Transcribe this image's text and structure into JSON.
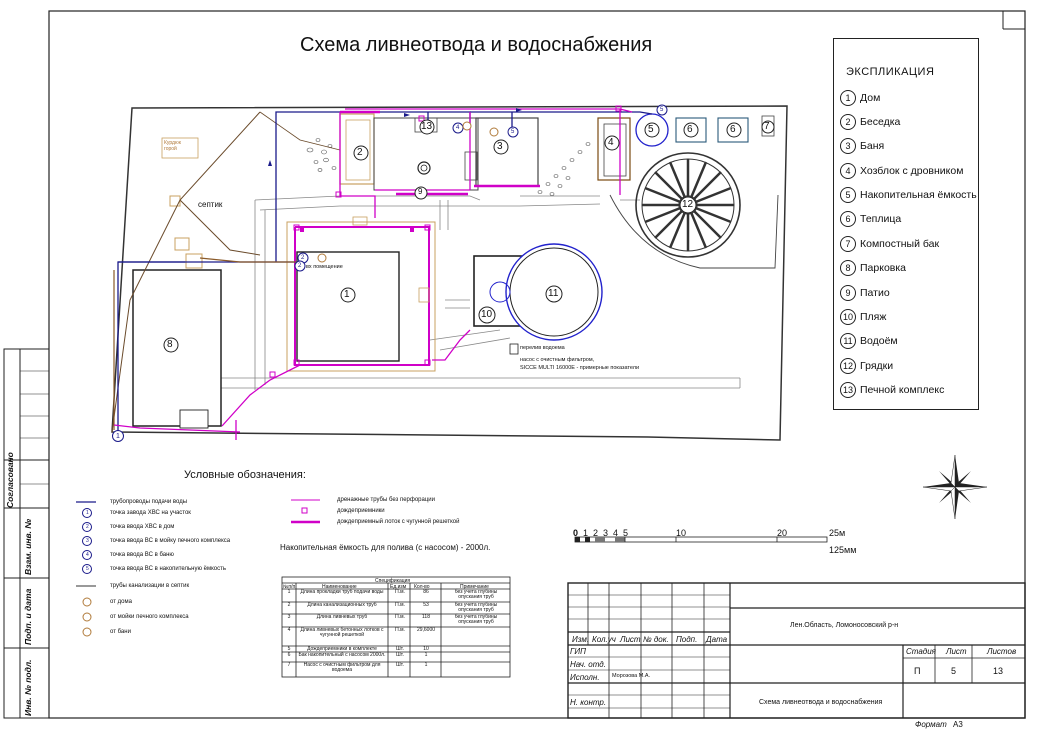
{
  "title": "Схема ливнеотвода и водоснабжения",
  "explication": {
    "heading": "ЭКСПЛИКАЦИЯ",
    "items": [
      {
        "n": "1",
        "label": "Дом"
      },
      {
        "n": "2",
        "label": "Беседка"
      },
      {
        "n": "3",
        "label": "Баня"
      },
      {
        "n": "4",
        "label": "Хозблок с дровником"
      },
      {
        "n": "5",
        "label": "Накопительная ёмкость"
      },
      {
        "n": "6",
        "label": "Теплица"
      },
      {
        "n": "7",
        "label": "Компостный бак"
      },
      {
        "n": "8",
        "label": "Парковка"
      },
      {
        "n": "9",
        "label": "Патио"
      },
      {
        "n": "10",
        "label": "Пляж"
      },
      {
        "n": "11",
        "label": "Водоём"
      },
      {
        "n": "12",
        "label": "Грядки"
      },
      {
        "n": "13",
        "label": "Печной комплекс"
      }
    ]
  },
  "plan": {
    "labels": {
      "septik": "септик",
      "kurgan": "Курдюк\nгорой",
      "vhod": "вх помещение",
      "pump": "насос с очистным фильтром,",
      "pump_model": "SICCE MULTI 16000E - примерные показатели",
      "pereliv": "перелив водоема",
      "n1": "1",
      "n2": "2",
      "n3": "3",
      "n4": "4",
      "n5": "5",
      "n6": "6",
      "n7": "7",
      "n8": "8",
      "n9": "9",
      "n10": "10",
      "n11": "11",
      "n12": "12",
      "n13": "13"
    }
  },
  "conventions": {
    "title": "Условные обозначения:",
    "left": [
      {
        "symbol": "line-navy",
        "text": "трубопроводы подачи воды"
      },
      {
        "symbol": "1",
        "text": "точка завода ХВС на участок"
      },
      {
        "symbol": "2",
        "text": "точка ввода ХВС в дом"
      },
      {
        "symbol": "3",
        "text": "точка ввода ВС в мойку печного комплекса"
      },
      {
        "symbol": "4",
        "text": "точка ввода ВС в баню"
      },
      {
        "symbol": "5",
        "text": "точка ввода ВС в накопительную ёмкость"
      },
      {
        "symbol": "line-dark",
        "text": "трубы канализации в септик"
      },
      {
        "symbol": "c1",
        "text": "от дома"
      },
      {
        "symbol": "c2",
        "text": "от мойки печного комплекса"
      },
      {
        "symbol": "c3",
        "text": "от бани"
      }
    ],
    "right": [
      {
        "symbol": "line-magenta",
        "text": "дренажные трубы без перфорации"
      },
      {
        "symbol": "square-magenta",
        "text": "дождеприемники"
      },
      {
        "symbol": "thick-magenta",
        "text": "дождеприемный лоток с чугунной решеткой"
      }
    ]
  },
  "pump_note": "Накопительная ёмкость для полива (с насосом) - 2000л.",
  "spec": {
    "caption": "Спецификация",
    "headers": [
      "№п/п",
      "Наименование",
      "Ед.изм",
      "Кол-во",
      "Примечание"
    ],
    "rows": [
      [
        "1",
        "Длина прокладки труб подачи воды",
        "П.м.",
        "86",
        "без учета глубины опускания труб"
      ],
      [
        "2",
        "Длина канализационных труб",
        "П.м.",
        "53",
        "без учета глубины опускания труб"
      ],
      [
        "3",
        "Длина ливневых труб",
        "П.м.",
        "118",
        "без учета глубины опускания труб"
      ],
      [
        "4",
        "Длина ливневых бетонных лотков с чугунной решеткой",
        "П.м.",
        "29,6000",
        ""
      ],
      [
        "5",
        "Дождеприемники в комплекте",
        "Шт.",
        "10",
        ""
      ],
      [
        "6",
        "Бак накопительный с насосом 2000л.",
        "Шт.",
        "1",
        ""
      ],
      [
        "7",
        "Насос с очистным фильтром для водоема",
        "Шт.",
        "1",
        ""
      ]
    ]
  },
  "scale": {
    "ticks": [
      "0",
      "1",
      "2",
      "3",
      "4",
      "5",
      "10",
      "20",
      "25м"
    ],
    "length": "125мм"
  },
  "stamp": {
    "address": "Лен.Область, Ломоносовский р-н",
    "sheet_title": "Схема ливнеотвода и водоснабжения",
    "cols": [
      "Изм.",
      "Кол.уч",
      "Лист",
      "№ док.",
      "Подп.",
      "Дата"
    ],
    "roles": [
      "ГИП",
      "Нач. отд.",
      "Исполн.",
      "",
      "Н. контр."
    ],
    "executor": "Морозова М.А.",
    "stage_head": "Стадия",
    "sheet_head": "Лист",
    "sheets_head": "Листов",
    "stage": "П",
    "sheet": "5",
    "sheets": "13",
    "format_label": "Формат",
    "format": "А3"
  },
  "side": {
    "agreed": "Согласовано",
    "inv1": "Взам. инв. №",
    "sign": "Подп. и дата",
    "inv2": "Инв. № подл."
  },
  "colors": {
    "water": "#1a1a8a",
    "drain": "#d000c8",
    "sewer": "#7a4a12",
    "pond": "#2222cc",
    "walls": "#444444"
  }
}
